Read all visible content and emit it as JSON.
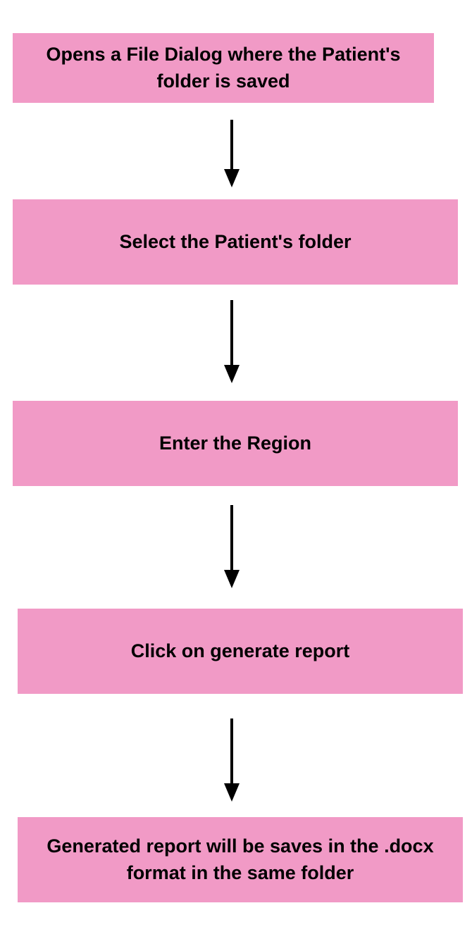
{
  "colors": {
    "box_fill": "#f19ac6",
    "text": "#000000",
    "arrow": "#000000",
    "background": "#ffffff"
  },
  "flowchart": {
    "steps": [
      {
        "id": "step-1",
        "label": "Opens a File Dialog where the Patient's folder is saved"
      },
      {
        "id": "step-2",
        "label": "Select the Patient's folder"
      },
      {
        "id": "step-3",
        "label": "Enter the Region"
      },
      {
        "id": "step-4",
        "label": "Click on generate report"
      },
      {
        "id": "step-5",
        "label": "Generated report will be saves in the .docx format in the same folder"
      }
    ]
  }
}
